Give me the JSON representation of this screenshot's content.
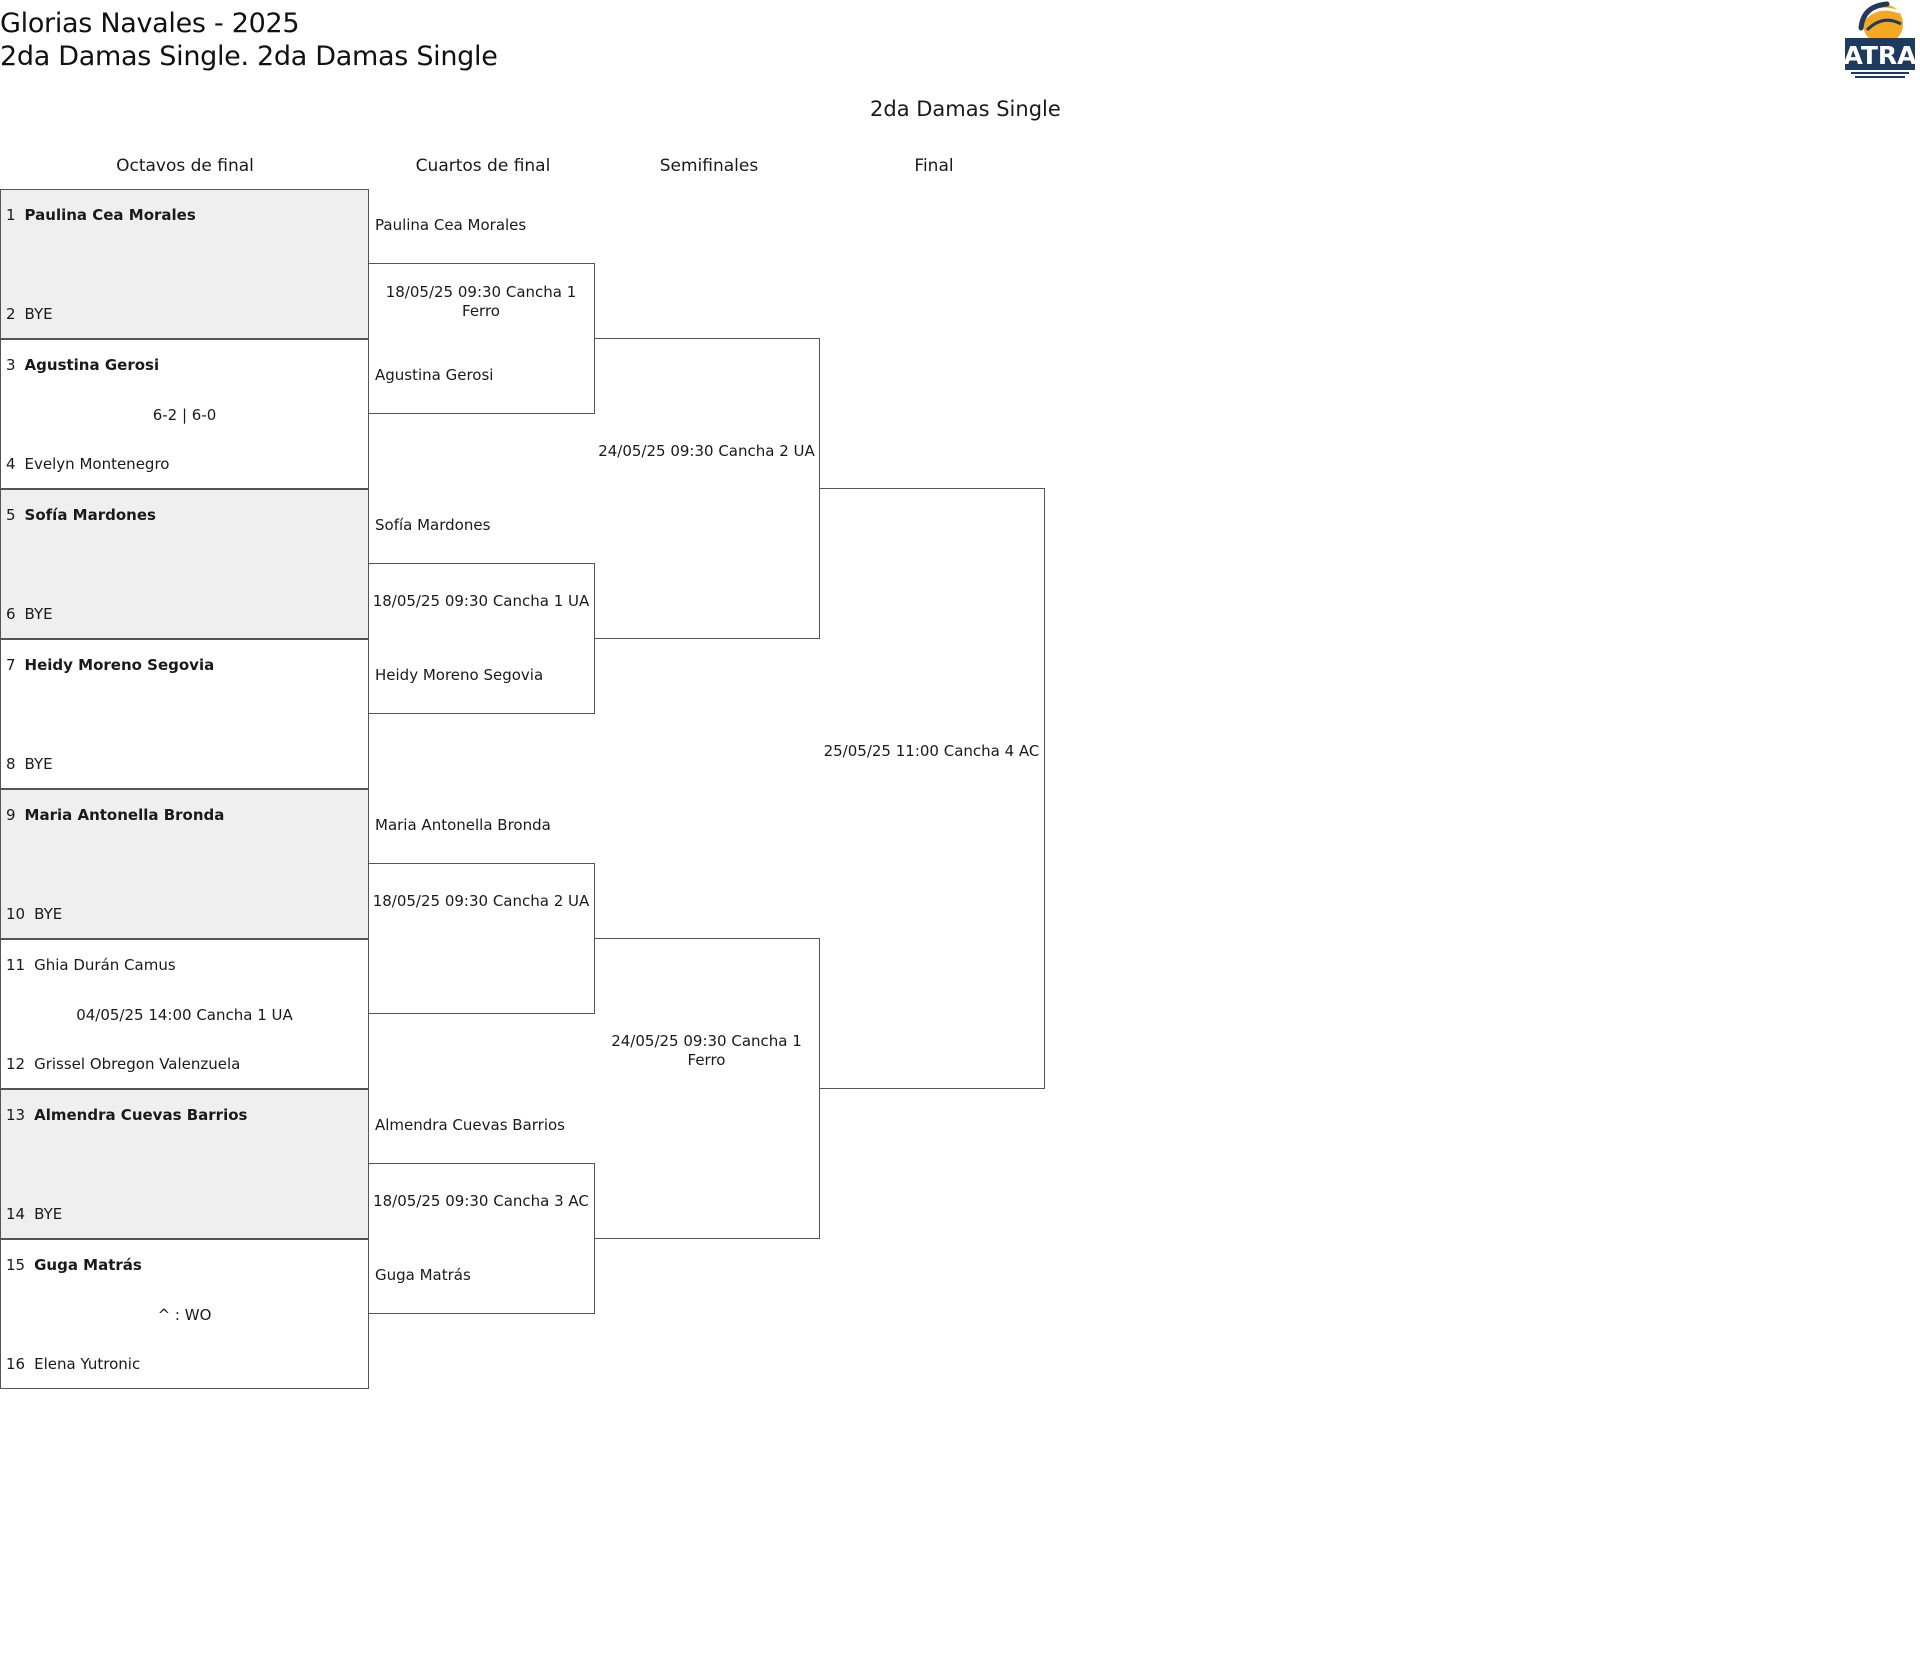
{
  "header": {
    "title": "Glorias Navales - 2025",
    "subtitle": "2da Damas Single. 2da Damas Single",
    "draw_title": "2da Damas Single",
    "logo_text": "ATRA"
  },
  "rounds": [
    "Octavos de final",
    "Cuartos de final",
    "Semifinales",
    "Final"
  ],
  "round_of_16": [
    {
      "p1": {
        "seed": "1",
        "name": "Paulina Cea Morales",
        "winner": true
      },
      "p2": {
        "seed": "2",
        "name": "BYE",
        "winner": false
      },
      "info": "",
      "shaded": true
    },
    {
      "p1": {
        "seed": "3",
        "name": "Agustina Gerosi",
        "winner": true
      },
      "p2": {
        "seed": "4",
        "name": "Evelyn Montenegro",
        "winner": false
      },
      "info": "6-2 | 6-0",
      "shaded": false
    },
    {
      "p1": {
        "seed": "5",
        "name": "Sofía Mardones",
        "winner": true
      },
      "p2": {
        "seed": "6",
        "name": "BYE",
        "winner": false
      },
      "info": "",
      "shaded": true
    },
    {
      "p1": {
        "seed": "7",
        "name": "Heidy Moreno Segovia",
        "winner": true
      },
      "p2": {
        "seed": "8",
        "name": "BYE",
        "winner": false
      },
      "info": "",
      "shaded": false
    },
    {
      "p1": {
        "seed": "9",
        "name": "Maria Antonella Bronda",
        "winner": true
      },
      "p2": {
        "seed": "10",
        "name": "BYE",
        "winner": false
      },
      "info": "",
      "shaded": true
    },
    {
      "p1": {
        "seed": "11",
        "name": "Ghia Durán Camus",
        "winner": false
      },
      "p2": {
        "seed": "12",
        "name": "Grissel Obregon Valenzuela",
        "winner": false
      },
      "info": "04/05/25 14:00 Cancha 1 UA",
      "shaded": false
    },
    {
      "p1": {
        "seed": "13",
        "name": "Almendra Cuevas Barrios",
        "winner": true
      },
      "p2": {
        "seed": "14",
        "name": "BYE",
        "winner": false
      },
      "info": "",
      "shaded": true
    },
    {
      "p1": {
        "seed": "15",
        "name": "Guga Matrás",
        "winner": true
      },
      "p2": {
        "seed": "16",
        "name": "Elena Yutronic",
        "winner": false
      },
      "info": "^ : WO",
      "shaded": false
    }
  ],
  "quarterfinals": [
    {
      "top": "Paulina Cea Morales",
      "bottom": "Agustina Gerosi",
      "info": "18/05/25 09:30 Cancha 1 Ferro"
    },
    {
      "top": "Sofía Mardones",
      "bottom": "Heidy Moreno Segovia",
      "info": "18/05/25 09:30 Cancha 1 UA"
    },
    {
      "top": "Maria Antonella Bronda",
      "bottom": "",
      "info": "18/05/25 09:30 Cancha 2 UA"
    },
    {
      "top": "Almendra Cuevas Barrios",
      "bottom": "Guga Matrás",
      "info": "18/05/25 09:30 Cancha 3 AC"
    }
  ],
  "semifinals": [
    {
      "info": "24/05/25 09:30 Cancha 2 UA"
    },
    {
      "info": "24/05/25 09:30 Cancha 1 Ferro"
    }
  ],
  "final": {
    "info": "25/05/25 11:00 Cancha 4 AC"
  }
}
